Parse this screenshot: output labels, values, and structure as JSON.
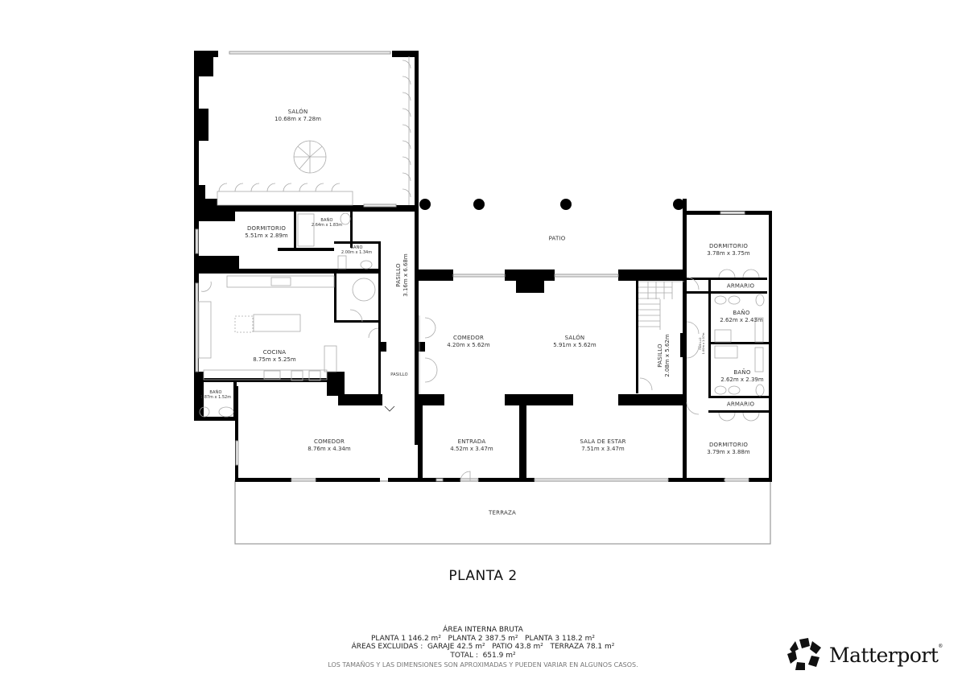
{
  "floor_plan": {
    "floor_title": "PLANTA 2",
    "rooms": [
      {
        "id": "salon-upper",
        "name": "SALÓN",
        "dims": "10.68m x 7.28m"
      },
      {
        "id": "dormitorio-1",
        "name": "DORMITORIO",
        "dims": "5.51m x 2.89m"
      },
      {
        "id": "bano-1",
        "name": "BAÑO",
        "dims": "2.64m x 1.83m"
      },
      {
        "id": "bano-2",
        "name": "BAÑO",
        "dims": "2.00m x 1.34m"
      },
      {
        "id": "cocina",
        "name": "COCINA",
        "dims": "8.75m x 5.25m"
      },
      {
        "id": "bano-3",
        "name": "BAÑO",
        "dims": "1.87m x 1.52m"
      },
      {
        "id": "comedor-1",
        "name": "COMEDOR",
        "dims": "8.76m x 4.34m"
      },
      {
        "id": "pasillo-1",
        "name": "PASILLO",
        "dims": "3.16m x 6.68m"
      },
      {
        "id": "pasillo-2",
        "name": "PASILLO",
        "dims": ""
      },
      {
        "id": "patio",
        "name": "PATIO",
        "dims": ""
      },
      {
        "id": "comedor-2",
        "name": "COMEDOR",
        "dims": "4.20m x 5.62m"
      },
      {
        "id": "salon-main",
        "name": "SALÓN",
        "dims": "5.91m x 5.62m"
      },
      {
        "id": "pasillo-3",
        "name": "PASILLO",
        "dims": "2.08m x 5.62m"
      },
      {
        "id": "pasillo-4",
        "name": "PASILLO",
        "dims": "1.00m x 1.07m"
      },
      {
        "id": "dormitorio-2",
        "name": "DORMITORIO",
        "dims": "3.78m x 3.75m"
      },
      {
        "id": "armario-1",
        "name": "ARMARIO",
        "dims": ""
      },
      {
        "id": "bano-4",
        "name": "BAÑO",
        "dims": "2.62m x 2.43m"
      },
      {
        "id": "bano-5",
        "name": "BAÑO",
        "dims": "2.62m x 2.39m"
      },
      {
        "id": "armario-2",
        "name": "ARMARIO",
        "dims": ""
      },
      {
        "id": "dormitorio-3",
        "name": "DORMITORIO",
        "dims": "3.79m x 3.88m"
      },
      {
        "id": "entrada",
        "name": "ENTRADA",
        "dims": "4.52m x 3.47m"
      },
      {
        "id": "sala-de-estar",
        "name": "SALA DE ESTAR",
        "dims": "7.51m x 3.47m"
      },
      {
        "id": "terraza",
        "name": "TERRAZA",
        "dims": ""
      }
    ]
  },
  "summary": {
    "heading": "ÁREA INTERNA BRUTA",
    "floors_line": "PLANTA 1 146.2 m²   PLANTA 2 387.5 m²   PLANTA 3 118.2 m²",
    "excluded_line": "ÁREAS EXCLUIDAS :  GARAJE 42.5 m²   PATIO 43.8 m²   TERRAZA 78.1 m²",
    "total_line": "TOTAL :  651.9 m²",
    "disclaimer": "LOS TAMAÑOS Y LAS DIMENSIONES SON APROXIMADAS Y PUEDEN VARIAR EN ALGUNOS CASOS."
  },
  "brand": {
    "name": "Matterport",
    "mark": "®",
    "logo_icon": "matterport-logo-icon"
  }
}
